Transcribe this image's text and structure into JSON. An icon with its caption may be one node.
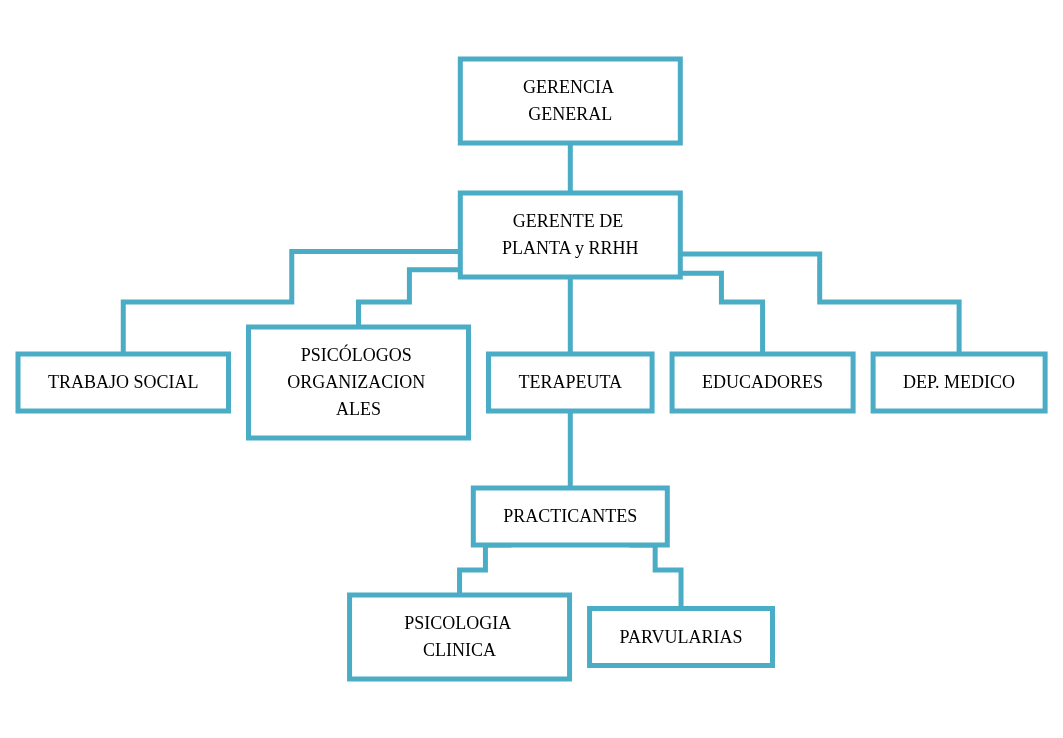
{
  "diagram": {
    "nodes": [
      {
        "text": [
          "GERENCIA GENERAL"
        ]
      },
      {
        "text": [
          "GERENTE DE PLANTA y RRHH"
        ]
      },
      {
        "text": [
          "TRABAJO SOCIAL"
        ]
      },
      {
        "text": [
          "PSICÓLOGOS ORGANIZACION ALES"
        ]
      },
      {
        "text": [
          "TERAPEUTA"
        ]
      },
      {
        "text": [
          "EDUCADORES"
        ]
      },
      {
        "text": [
          "DEP. MEDICO"
        ]
      },
      {
        "text": [
          "PRACTICANTES"
        ]
      },
      {
        "text": [
          "PSICOLOGIA CLINICA"
        ]
      },
      {
        "text": [
          "PARVULARIAS"
        ]
      }
    ],
    "edges": [
      {
        "from": 0,
        "to": 1,
        "arrow": "none"
      },
      {
        "from": 1,
        "to": 2,
        "arrow": "none"
      },
      {
        "from": 1,
        "to": 3,
        "arrow": "none"
      },
      {
        "from": 1,
        "to": 4,
        "arrow": "none"
      },
      {
        "from": 1,
        "to": 5,
        "arrow": "none"
      },
      {
        "from": 1,
        "to": 6,
        "arrow": "none"
      },
      {
        "from": 4,
        "to": 7,
        "arrow": "none"
      },
      {
        "from": 7,
        "to": 8,
        "arrow": "none"
      },
      {
        "from": 7,
        "to": 9,
        "arrow": "none"
      }
    ]
  }
}
